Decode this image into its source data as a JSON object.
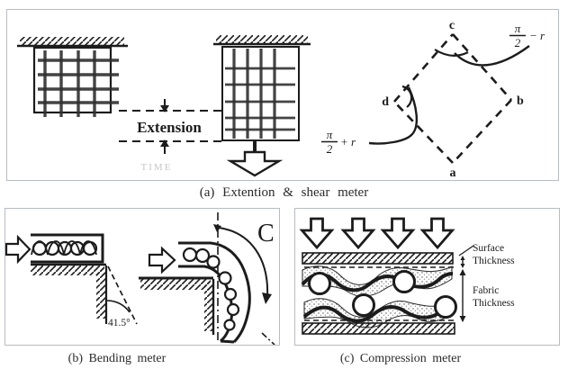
{
  "figure": {
    "captions": {
      "a": "(a) Extention & shear meter",
      "b": "(b) Bending meter",
      "c": "(c) Compression meter"
    },
    "panel_a": {
      "extension_label": "Extension",
      "time_watermark": "TIME",
      "diamond": {
        "vertex_top": "c",
        "vertex_right": "b",
        "vertex_bottom": "a",
        "vertex_left": "d",
        "angle_top": {
          "num": "π",
          "den": "2",
          "rest": "− r"
        },
        "angle_left": {
          "num": "π",
          "den": "2",
          "rest": "+ r"
        }
      }
    },
    "panel_b": {
      "angle_label": "41.5°",
      "curvature_label": "C"
    },
    "panel_c": {
      "labels": {
        "surface_line1": "Surface",
        "surface_line2": "Thickness",
        "fabric_line1": "Fabric",
        "fabric_line2": "Thickness"
      }
    },
    "colors": {
      "ink": "#1c1c1c",
      "panel_border": "#b7bcc3",
      "caption_text": "#2b2b2b",
      "watermark": "#c6c6c6"
    }
  }
}
